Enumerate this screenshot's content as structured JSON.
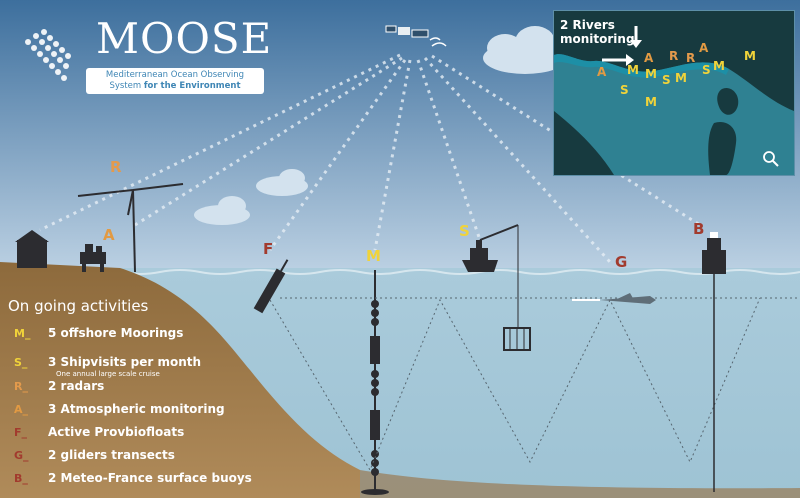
{
  "logo": {
    "title": "MOOSE",
    "subtitle_line1": "Mediterranean Ocean Observing",
    "subtitle_line2a": "System ",
    "subtitle_line2b": "for the Environment"
  },
  "scene_markers": {
    "R": "R",
    "A": "A",
    "F": "F",
    "M": "M",
    "S": "S",
    "G": "G",
    "B": "B"
  },
  "colors": {
    "sky_top": "#3d6f9d",
    "sky_bottom": "#bcd1e3",
    "sea": "#a5c8d8",
    "land": "#9e7a49",
    "marker_R": "#e39a4c",
    "marker_A": "#e29a43",
    "marker_F": "#a23b2e",
    "marker_M": "#f0d33a",
    "marker_S": "#f0d33a",
    "marker_G": "#a23b2e",
    "marker_B": "#a23b2e"
  },
  "activities": {
    "title": "On going activities",
    "items": [
      {
        "key": "M_",
        "label": "5 offshore Moorings",
        "color": "#f0d33a"
      },
      {
        "key": "S_",
        "label": "3 Shipvisits per month",
        "color": "#f0d33a"
      },
      {
        "key": "R_",
        "label": "2 radars",
        "color": "#e39a4c"
      },
      {
        "key": "A_",
        "label": "3 Atmospheric monitoring",
        "color": "#e29a43"
      },
      {
        "key": "F_",
        "label": "Active Provbiofloats",
        "color": "#a23b2e"
      },
      {
        "key": "G_",
        "label": "2 gliders transects",
        "color": "#a23b2e"
      },
      {
        "key": "B_",
        "label": "2 Meteo-France surface buoys",
        "color": "#a23b2e"
      }
    ],
    "note": "One annual large scale cruise"
  },
  "inset": {
    "title_line1": "2 Rivers",
    "title_line2": "monitoring",
    "markers": [
      "A",
      "M",
      "A",
      "R",
      "R",
      "A",
      "S",
      "M",
      "M",
      "S",
      "M",
      "S",
      "M",
      "M"
    ],
    "zoom_icon": "magnifier-icon"
  }
}
